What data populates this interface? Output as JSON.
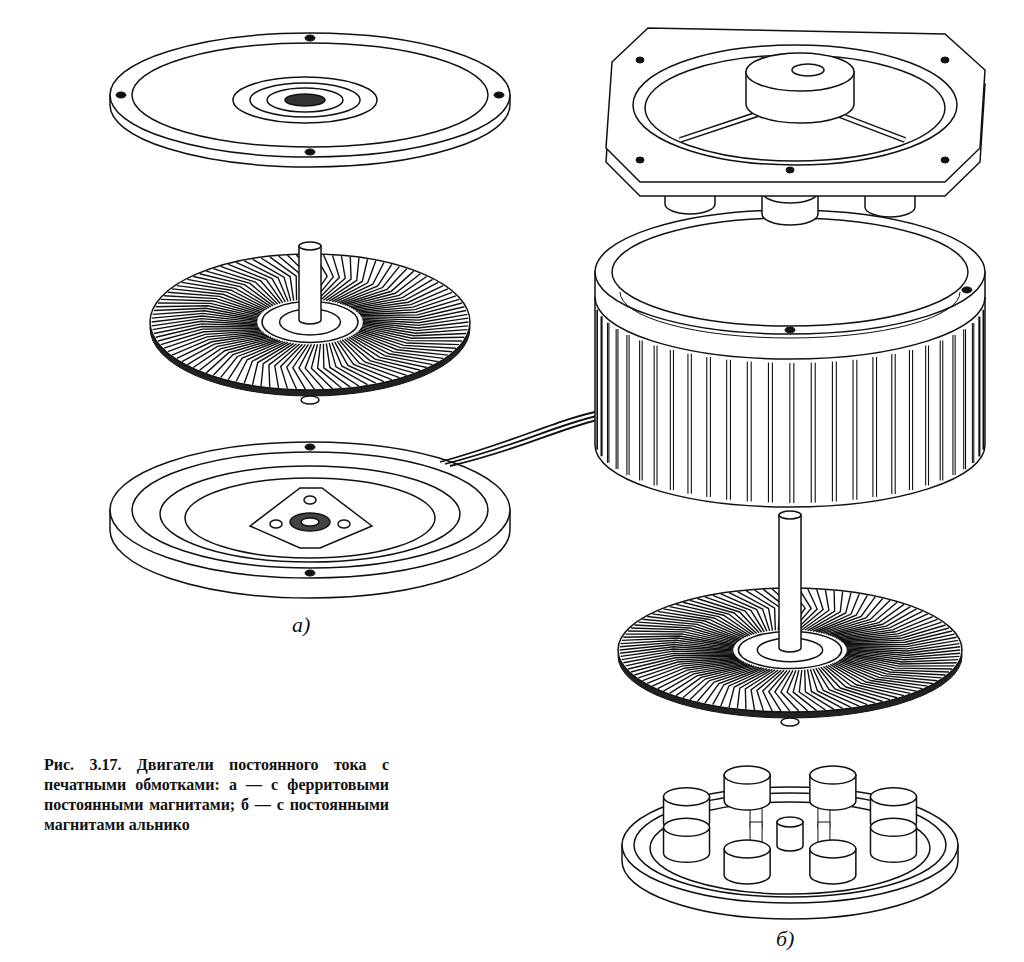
{
  "diagram": {
    "caption": "Рис. 3.17. Двигатели постоянного тока с печатными обмотками: а — с ферритовыми постоянными магнитами; б — с постоянными магнитами альнико",
    "labels": [
      "а)",
      "б)"
    ]
  }
}
